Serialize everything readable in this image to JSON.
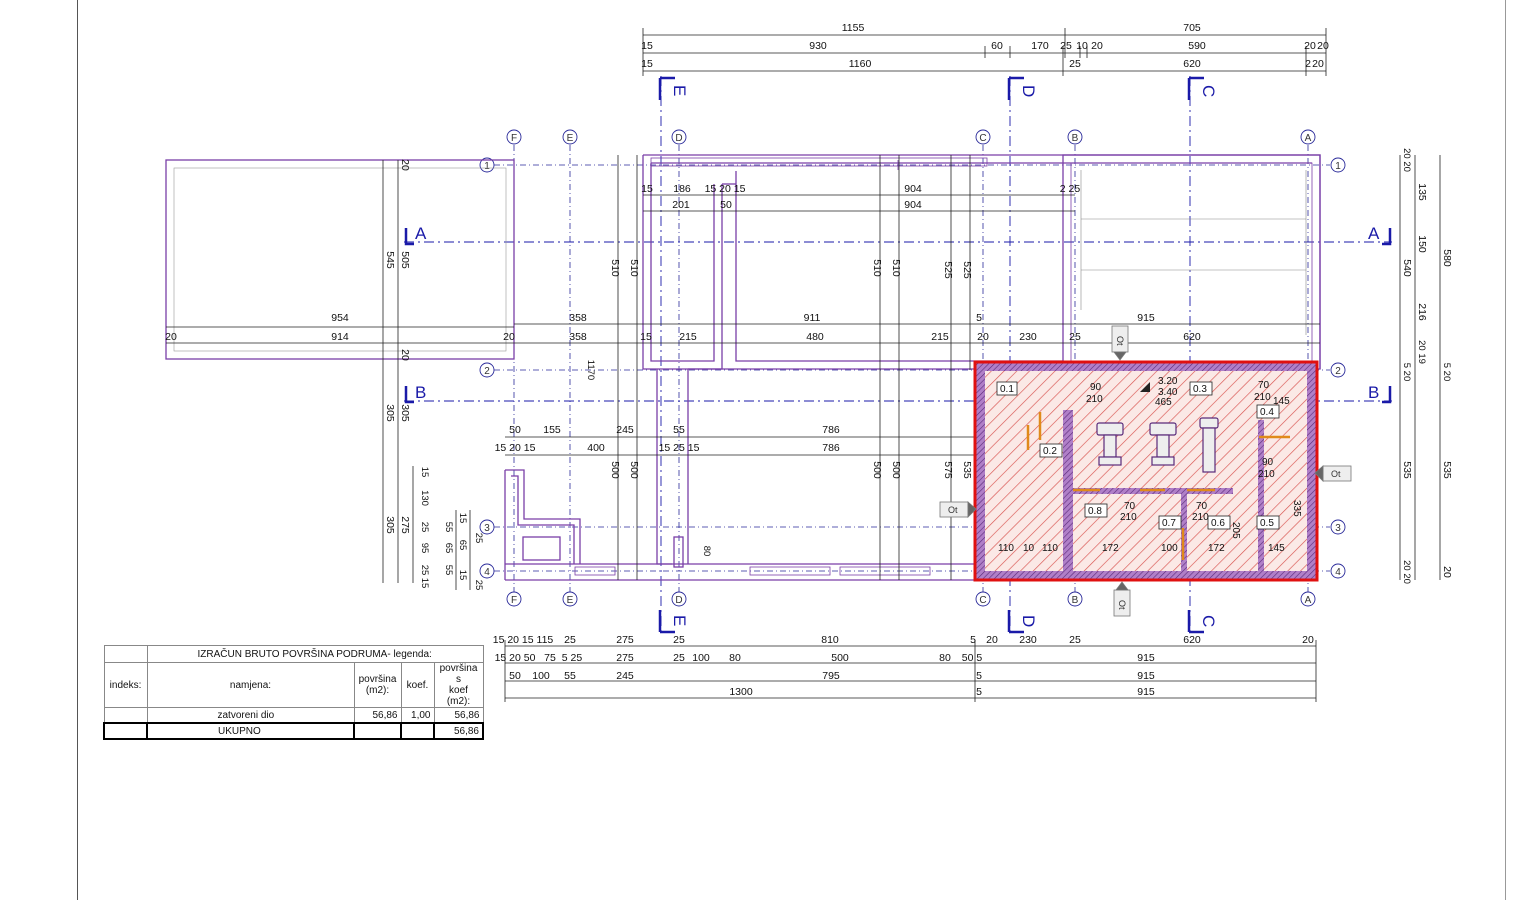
{
  "top_dims": {
    "row1": [
      "1155",
      "705"
    ],
    "row2": [
      "15",
      "930",
      "60",
      "170",
      "25",
      "10",
      "20",
      "590",
      "20",
      "20"
    ],
    "row3": [
      "15",
      "1160",
      "25",
      "620",
      "2",
      "20"
    ]
  },
  "sections": {
    "a": "A",
    "b": "B",
    "c": "C",
    "d": "D",
    "e": "E"
  },
  "axes_letters": [
    "F",
    "E",
    "D",
    "C",
    "B",
    "A"
  ],
  "axes_numbers": [
    "1",
    "2",
    "3",
    "4"
  ],
  "left_dims": {
    "d954": "954",
    "d914": "914",
    "d20a": "20",
    "d20b": "20",
    "d545": "545",
    "d505": "505",
    "d20c": "20",
    "d20d": "20",
    "d305a": "305",
    "d305b": "305",
    "d305c": "305",
    "d275": "275",
    "d15a": "15",
    "d130": "130",
    "d25a": "25",
    "d95": "95",
    "d55a": "55",
    "d15b": "15",
    "d65a": "65",
    "d25b": "25",
    "d15c": "15",
    "d55b": "55",
    "d15d": "15",
    "d65b": "65",
    "d25c": "25",
    "d25d": "25"
  },
  "middle_dims": {
    "d358a": "358",
    "d358b": "358",
    "d911": "911",
    "d15": "15",
    "d215a": "215",
    "d480": "480",
    "d215b": "215",
    "d20": "20",
    "d230": "230",
    "d25": "25",
    "d915": "915",
    "d620": "620",
    "d5": "5",
    "d15b": "15",
    "d186": "186",
    "d1520": "15 20 15",
    "d904a": "904",
    "d225": "2 25",
    "d201": "201",
    "d50": "50",
    "d904b": "904",
    "d510a": "510",
    "d510b": "510",
    "d510c": "510",
    "d510d": "510",
    "d525a": "525",
    "d525b": "525",
    "d1170": "1170",
    "d50b": "50",
    "d155": "155",
    "d245": "245",
    "d55": "55",
    "d786a": "786",
    "d1520b": "15 20 15",
    "d400": "400",
    "d1525": "15 25 15",
    "d786b": "786",
    "d500a": "500",
    "d500b": "500",
    "d500c": "500",
    "d500d": "500",
    "d575": "575",
    "d535": "535",
    "d80": "80"
  },
  "right_dims": {
    "d2020": "20 20",
    "d135": "135",
    "d150": "150",
    "d540": "540",
    "d580": "580",
    "d216": "216",
    "d2019": "20 19",
    "d520": "5 20",
    "d535a": "535",
    "d535b": "535",
    "d2020b": "20 20",
    "d20": "20"
  },
  "bottom_dims": {
    "row1": [
      "15 20 15 115",
      "25",
      "275",
      "25",
      "810",
      "5",
      "20",
      "230",
      "25",
      "620",
      "20"
    ],
    "row2": [
      "15 20 50",
      "75",
      "5 25",
      "275",
      "25",
      "100",
      "80",
      "500",
      "80",
      "50 5",
      "915"
    ],
    "row3": [
      "50",
      "100",
      "55",
      "245",
      "795",
      "5",
      "915"
    ],
    "row4": [
      "1300",
      "5",
      "915"
    ]
  },
  "rooms": {
    "r01": "0.1",
    "r02": "0.2",
    "r03": "0.3",
    "r04": "0.4",
    "r05": "0.5",
    "r06": "0.6",
    "r07": "0.7",
    "r08": "0.8",
    "stair1": "3.20",
    "stair2": "3.40",
    "d465": "465",
    "d90": "90",
    "d210": "210",
    "d70a": "70",
    "d210a": "210",
    "d70b": "70",
    "d210b": "210",
    "d70c": "70",
    "d210c": "210",
    "d90b": "90",
    "d210d": "210",
    "d145": "145",
    "d110a": "110",
    "d10a": "10",
    "d110b": "110",
    "d172a": "172",
    "d100": "100",
    "d172b": "172",
    "d145b": "145",
    "d335": "335",
    "d205": "205"
  },
  "ot_label": "Ot",
  "legend": {
    "title": "IZRAČUN BRUTO POVRŠINA PODRUMA- legenda:",
    "col_index": "indeks:",
    "col_purpose": "namjena:",
    "col_area_a": "površina",
    "col_area_b": "(m2):",
    "col_coef": "koef.",
    "col_area_coef_a": "površina s",
    "col_area_coef_b": "koef (m2):",
    "rows": [
      {
        "index": "",
        "purpose": "zatvoreni dio",
        "area": "56,86",
        "coef": "1,00",
        "area_coef": "56,86"
      }
    ],
    "total": {
      "label": "UKUPNO",
      "area_coef": "56,86"
    }
  },
  "colors": {
    "wall": "#7a3fa8",
    "section": "#1a1aa8",
    "grid": "#2a2a9a",
    "highlight": "#e01010",
    "hatch": "#d9534f",
    "door": "#e08a1a"
  }
}
